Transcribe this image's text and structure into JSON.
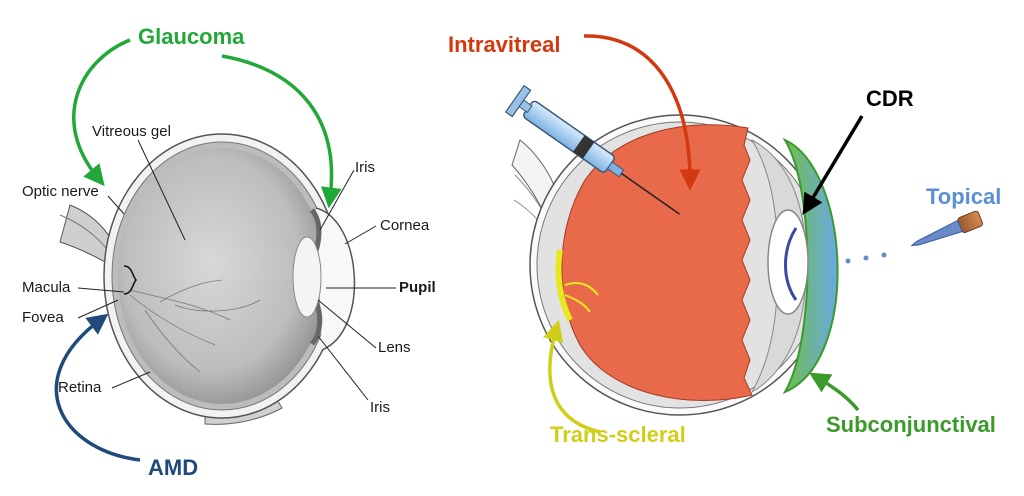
{
  "left_diagram": {
    "labels": {
      "vitreous_gel": "Vitreous gel",
      "optic_nerve": "Optic nerve",
      "macula": "Macula",
      "fovea": "Fovea",
      "retina": "Retina",
      "iris_top": "Iris",
      "cornea": "Cornea",
      "pupil": "Pupil",
      "lens": "Lens",
      "iris_bottom": "Iris"
    },
    "conditions": {
      "glaucoma": "Glaucoma",
      "amd": "AMD"
    }
  },
  "right_diagram": {
    "routes": {
      "intravitreal": "Intravitreal",
      "cdr": "CDR",
      "topical": "Topical",
      "trans_scleral": "Trans-scleral",
      "subconjunctival": "Subconjunctival"
    }
  },
  "colors": {
    "glaucoma": "#22a838",
    "amd": "#1f4a7a",
    "intravitreal": "#d4380f",
    "cdr": "#000000",
    "topical": "#5b8fd6",
    "trans_scleral": "#cfcf1a",
    "subconjunctival": "#3a9a2a",
    "vitreous": "#e86a4a"
  }
}
